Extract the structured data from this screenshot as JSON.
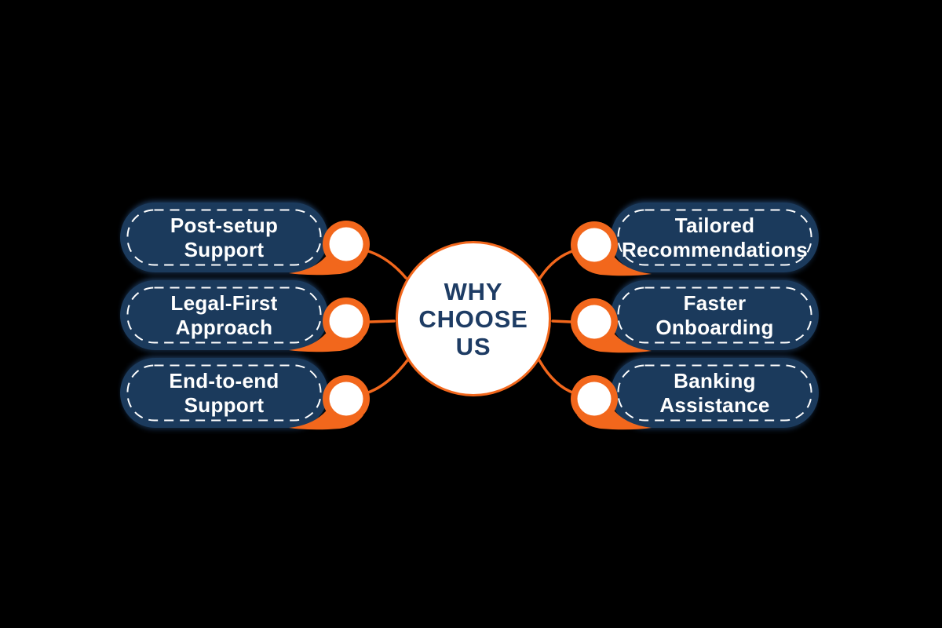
{
  "diagram": {
    "type": "why-choose-us-infographic",
    "center": {
      "line1": "WHY",
      "line2": "CHOOSE",
      "line3": "US"
    },
    "features": {
      "left": [
        {
          "line1": "Post-setup",
          "line2": "Support"
        },
        {
          "line1": "Legal-First",
          "line2": "Approach"
        },
        {
          "line1": "End-to-end",
          "line2": "Support"
        }
      ],
      "right": [
        {
          "line1": "Tailored",
          "line2": "Recommendations"
        },
        {
          "line1": "Faster",
          "line2": "Onboarding"
        },
        {
          "line1": "Banking",
          "line2": "Assistance"
        }
      ]
    },
    "colors": {
      "background": "#000000",
      "pill_navy": "#1b3a5c",
      "accent_orange": "#f2671c",
      "pill_text": "#ffffff",
      "dashed_border": "#ffffff",
      "center_fill": "#ffffff",
      "center_text": "#1e3c64"
    },
    "icons": {
      "marker": "teardrop-pin-icon"
    }
  }
}
